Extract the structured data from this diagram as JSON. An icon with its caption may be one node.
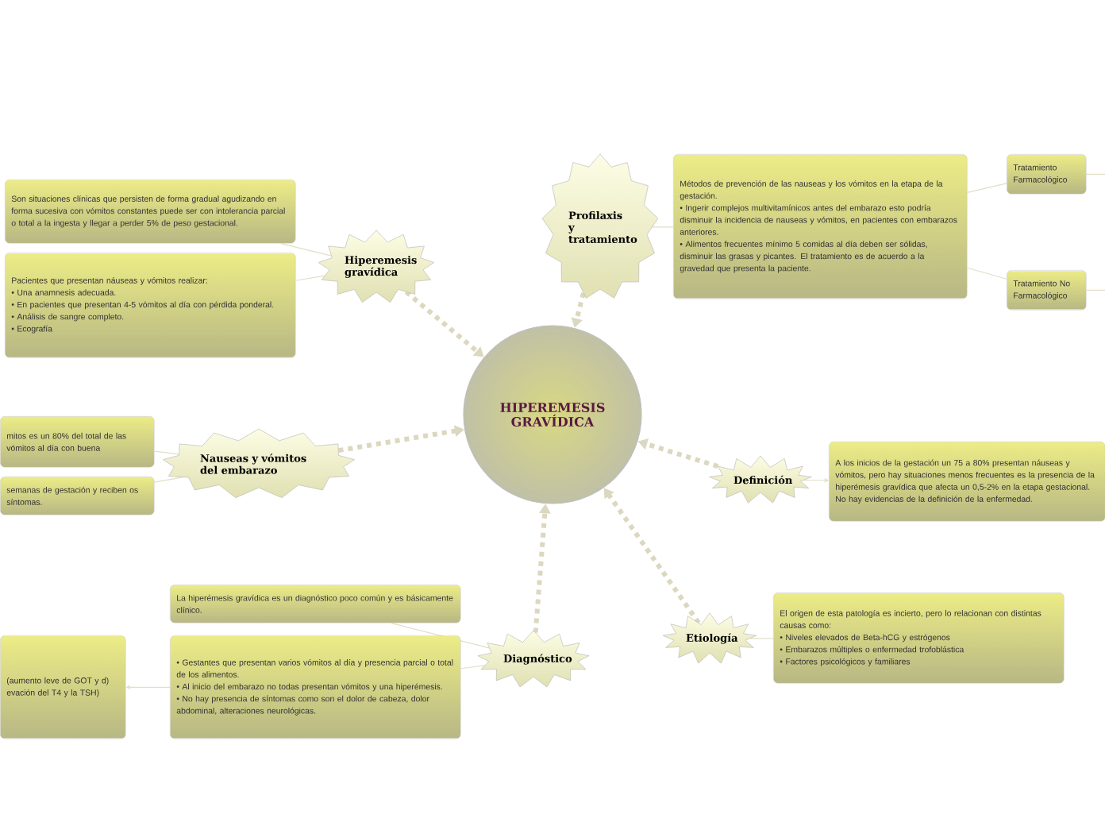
{
  "diagram": {
    "nodes": [
      {
        "text": [
          "HIPEREMESIS GRAVÍDICA"
        ]
      },
      {
        "text": [
          "Hiperemesis gravídica"
        ]
      },
      {
        "text": [
          "Son situaciones clínicas que persisten de forma gradual agudizando en forma sucesiva con vómitos constantes puede ser con intolerancia parcial o total a la ingesta y llegar a perder 5% de peso gestacional."
        ]
      },
      {
        "text": [
          "Pacientes que presentan náuseas y vómitos realizar:",
          "• Una anamnesis adecuada.",
          "• En pacientes que presentan 4-5 vómitos al día con pérdida ponderal.",
          "• Análisis de sangre completo.",
          "• Ecografía"
        ]
      },
      {
        "text": [
          "Nauseas y vómitos del embarazo"
        ]
      },
      {
        "text": [
          "mitos es un 80% del total de las vómitos al día con buena"
        ]
      },
      {
        "text": [
          "semanas de gestación y reciben os síntomas."
        ]
      },
      {
        "text": [
          "Profilaxis y tratamiento"
        ]
      },
      {
        "text": [
          "Métodos de prevención de las nauseas y los vómitos en la etapa de la gestación.",
          "• Ingerir complejos multivitamínicos antes del embarazo esto podría disminuir la incidencia de nauseas y vómitos, en pacientes con embarazos anteriores.",
          "• Alimentos frecuentes mínimo 5 comidas al día deben ser sólidas, disminuir las grasas y picantes. El tratamiento es de acuerdo a la gravedad que presenta la paciente."
        ]
      },
      {
        "text": [
          "Tratamiento Farmacológico"
        ]
      },
      {
        "text": [
          "Tratamiento No Farmacológico"
        ]
      },
      {
        "text": [
          "Definición"
        ]
      },
      {
        "text": [
          "A los inicios de la gestación un 75 a 80% presentan náuseas y vómitos, pero hay situaciones menos frecuentes es la presencia de la hiperémesis gravídica que afecta un 0,5-2% en la etapa gestacional. No hay evidencias de la definición de la enfermedad."
        ]
      },
      {
        "text": [
          "Etiología"
        ]
      },
      {
        "text": [
          "El origen de esta patología es incierto, pero lo relacionan con distintas causas como:",
          "• Niveles elevados de Beta-hCG y estrógenos",
          "• Embarazos múltiples o enfermedad trofoblástica",
          "• Factores psicológicos y familiares"
        ]
      },
      {
        "text": [
          "Diagnóstico"
        ]
      },
      {
        "text": [
          "La hiperémesis gravídica es un diagnóstico poco común y es básicamente clínico."
        ]
      },
      {
        "text": [
          "• Gestantes que presentan varios vómitos al día y presencia parcial o total de los alimentos.",
          "• Al inicio del embarazo no todas presentan vómitos y una hiperémesis.",
          "• No hay presencia de síntomas como son el dolor de cabeza, dolor abdominal, alteraciones neurológicas."
        ]
      },
      {
        "text": [
          "(aumento leve de GOT y d) evación del T4 y la TSH)"
        ]
      }
    ],
    "edges": [
      {
        "from": 1,
        "to": 0,
        "arrow": "to",
        "style": "dashed",
        "color": "#dcd8c0"
      },
      {
        "from": 4,
        "to": 0,
        "arrow": "to",
        "style": "dashed",
        "color": "#dcd8c0"
      },
      {
        "from": 7,
        "to": 0,
        "arrow": "to",
        "style": "dashed",
        "color": "#dcd8c0"
      },
      {
        "from": 11,
        "to": 0,
        "arrow": "to",
        "style": "dashed",
        "color": "#dcd8c0"
      },
      {
        "from": 13,
        "to": 0,
        "arrow": "to",
        "style": "dashed",
        "color": "#dcd8c0"
      },
      {
        "from": 15,
        "to": 0,
        "arrow": "to",
        "style": "dashed",
        "color": "#dcd8c0"
      },
      {
        "from": 1,
        "to": 2,
        "arrow": "none"
      },
      {
        "from": 1,
        "to": 3,
        "arrow": "none"
      },
      {
        "from": 4,
        "to": 5,
        "arrow": "none"
      },
      {
        "from": 4,
        "to": 6,
        "arrow": "none"
      },
      {
        "from": 7,
        "to": 8,
        "arrow": "none"
      },
      {
        "from": 8,
        "to": 9,
        "arrow": "none"
      },
      {
        "from": 8,
        "to": 10,
        "arrow": "none"
      },
      {
        "from": 9,
        "to": null,
        "arrow": "none"
      },
      {
        "from": 10,
        "to": null,
        "arrow": "none"
      },
      {
        "from": 11,
        "to": 12,
        "arrow": "to"
      },
      {
        "from": 13,
        "to": 14,
        "arrow": "none"
      },
      {
        "from": 15,
        "to": 16,
        "arrow": "none"
      },
      {
        "from": 15,
        "to": 17,
        "arrow": "none"
      },
      {
        "from": 17,
        "to": 18,
        "arrow": "to"
      }
    ]
  }
}
